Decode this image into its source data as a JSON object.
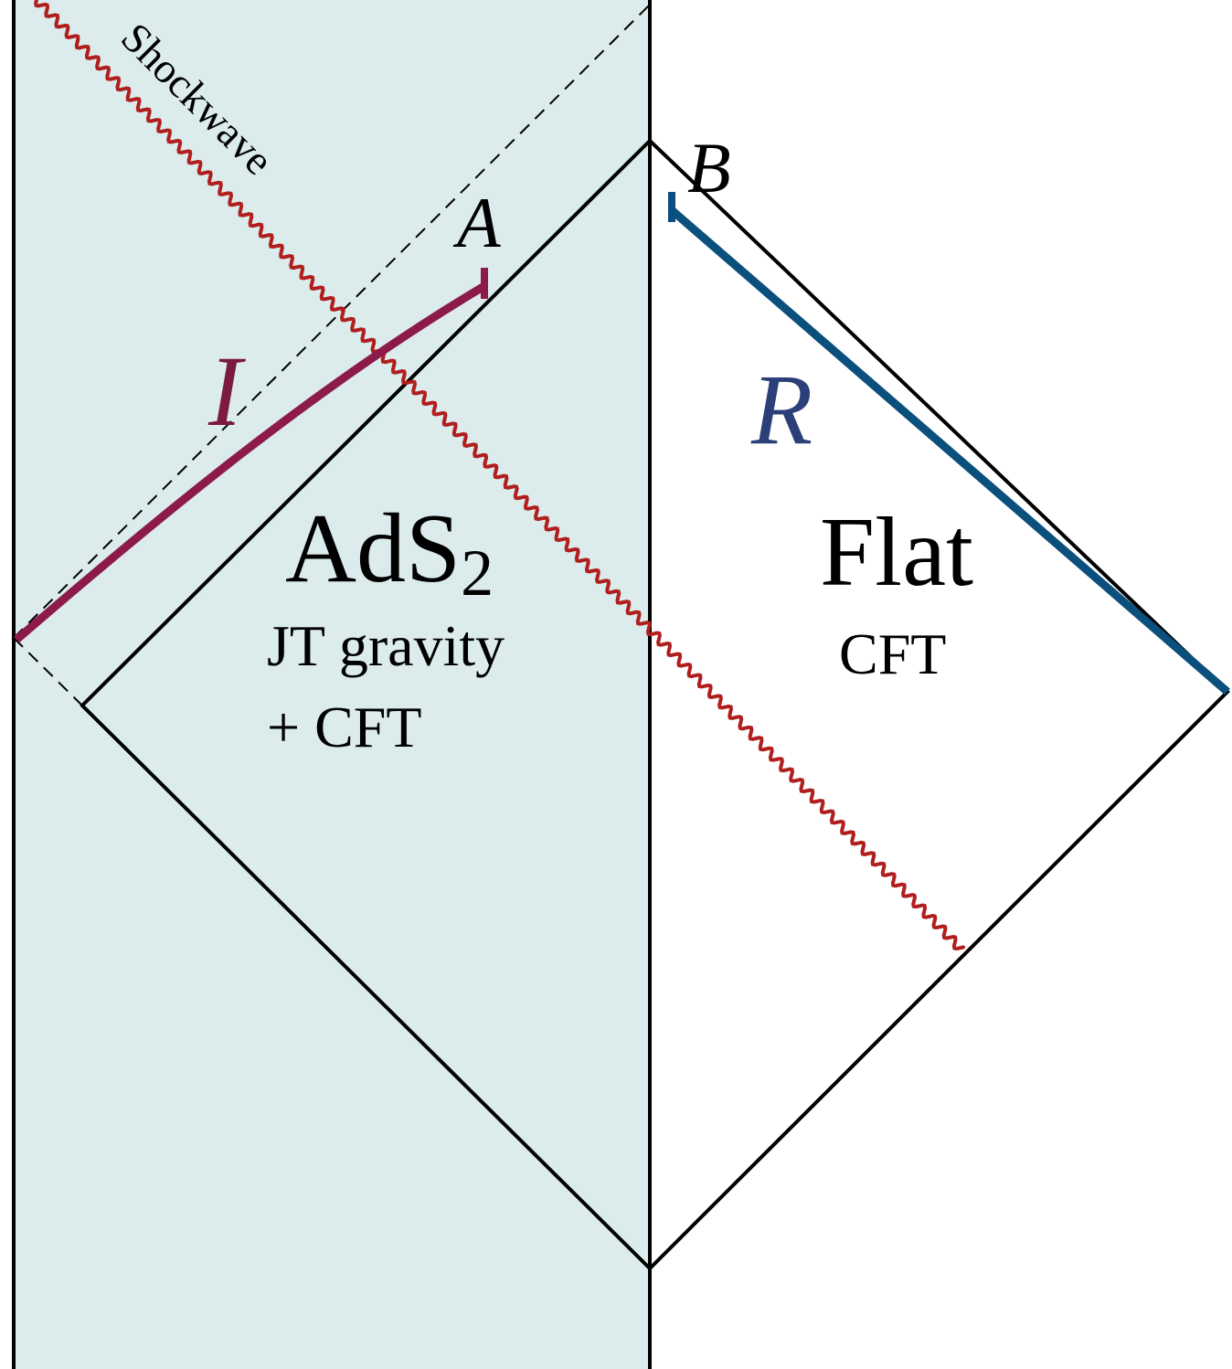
{
  "colors": {
    "ads_region_fill": "#dcebeb",
    "outline": "#000000",
    "shockwave": "#b01e1e",
    "island_curve": "#8c1a4a",
    "radiation_curve": "#0b4f7c",
    "label_I": "#7a1a40",
    "label_R": "#2b3f78"
  },
  "labels": {
    "shockwave": "Shockwave",
    "point_a": "A",
    "point_b": "B",
    "island": "I",
    "radiation": "R",
    "ads_main": "AdS",
    "ads_subscript": "2",
    "ads_line1": "JT gravity",
    "ads_line2": "+ CFT",
    "flat_main": "Flat",
    "flat_sub": "CFT"
  }
}
